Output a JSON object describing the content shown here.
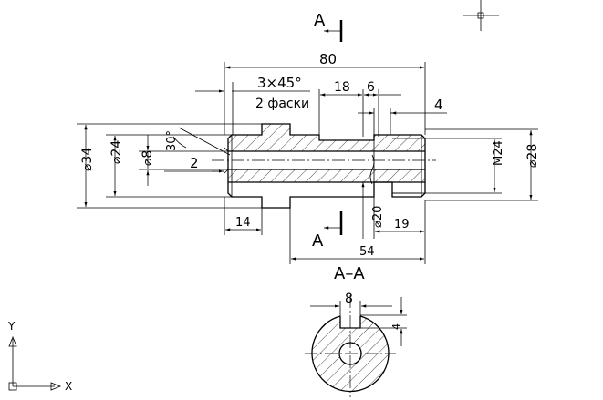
{
  "drawing": {
    "section_marker": "A",
    "section_title": "A–A",
    "overall_length": "80",
    "chamfer_line1": "3×45°",
    "chamfer_line2": "2 фаски",
    "keyway_length": "18",
    "keyway_offset": "6",
    "keyway_depth": "4",
    "angle": "30°",
    "diam_34": "⌀34",
    "diam_24": "⌀24",
    "diam_8": "⌀8",
    "bore_depth": "2",
    "thread": "M24",
    "diam_28": "⌀28",
    "diam_20": "⌀20",
    "len_14": "14",
    "len_19": "19",
    "len_54": "54",
    "key_width": "8",
    "section_depth": "4"
  },
  "axes_icon": {
    "y_label": "Y",
    "x_label": "X"
  }
}
